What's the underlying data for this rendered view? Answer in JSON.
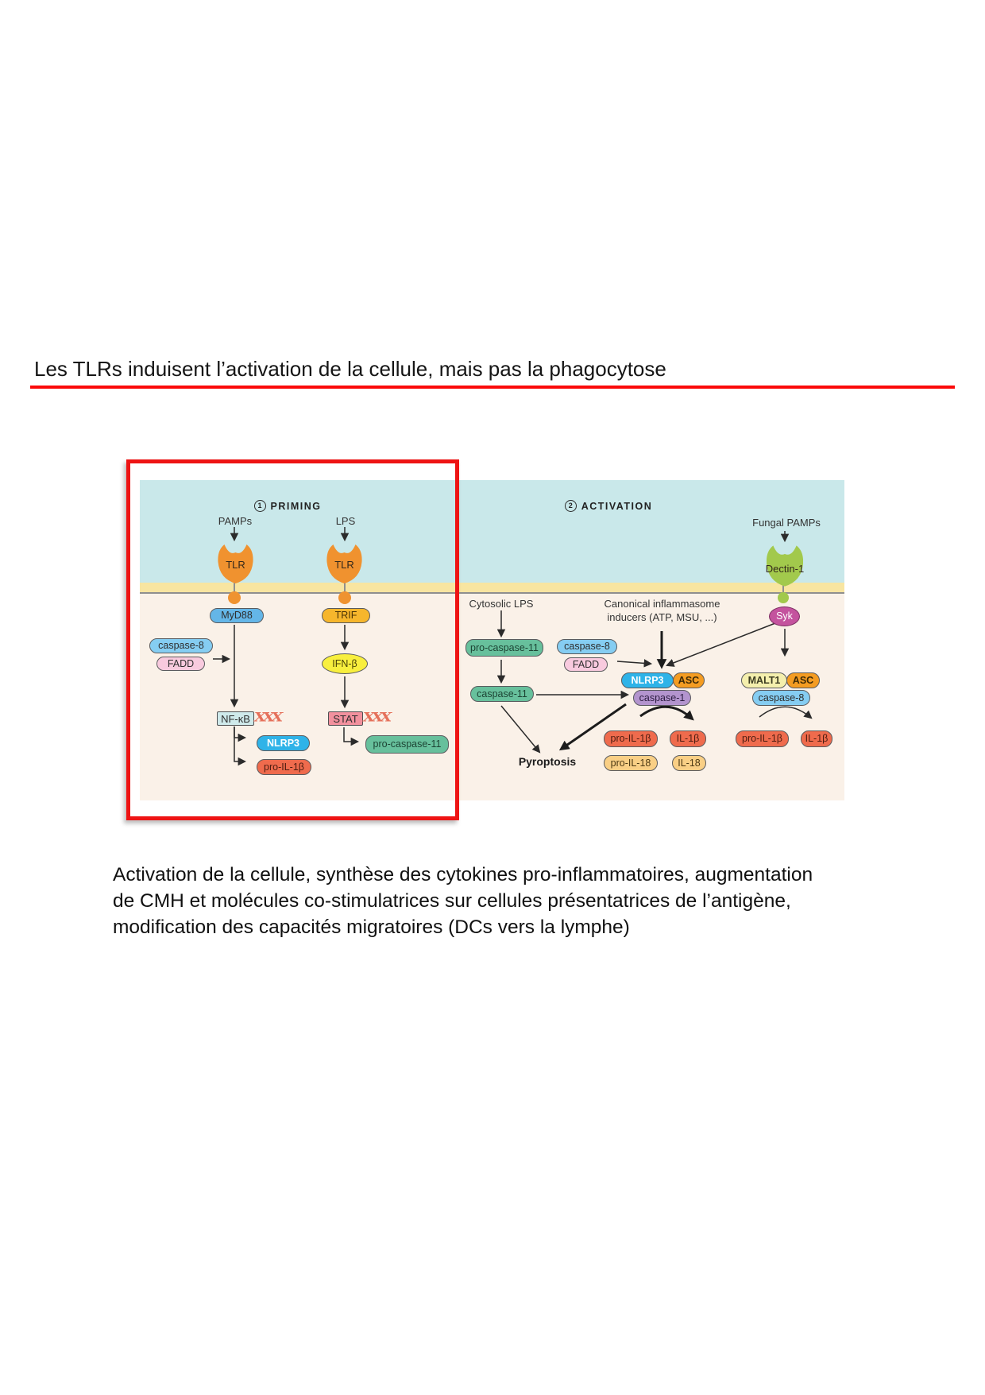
{
  "page": {
    "title": "Les TLRs induisent l’activation de la cellule, mais pas la phagocytose"
  },
  "caption": {
    "lines": [
      "Activation de la cellule, synthèse des cytokines pro-inflammatoires, augmentation",
      "de CMH et molécules co-stimulatrices sur cellules présentatrices de l’antigène,",
      "modification des capacités migratoires (DCs vers la lymphe)"
    ]
  },
  "palette": {
    "title_underline": "#fb0a0a",
    "highlight_box": "#ee1414",
    "extracellular_bg": "#c9e8ea",
    "membrane_bg": "#f8e5a1",
    "cytosol_bg": "#faf1e8",
    "tlr_orange": "#f0922f",
    "dectin_green": "#a2c94c",
    "syk_magenta": "#c4539e",
    "dna_red": "#e5705a"
  },
  "figure": {
    "priming": {
      "number": "1",
      "header": "PRIMING",
      "pamps": "PAMPs",
      "lps": "LPS",
      "tlr_left": "TLR",
      "tlr_right": "TLR",
      "myd88": "MyD88",
      "trif": "TRIF",
      "caspase8": "caspase-8",
      "fadd": "FADD",
      "ifn_beta": "IFN-β",
      "nfkb": "NF-κB",
      "stat": "STAT",
      "nlrp3": "NLRP3",
      "pro_il1b": "pro-IL-1β",
      "pro_caspase11": "pro-caspase-11",
      "dna_glyph": "XXX"
    },
    "activation": {
      "number": "2",
      "header": "ACTIVATION",
      "cytosolic_lps": "Cytosolic LPS",
      "canonical_line1": "Canonical inflammasome",
      "canonical_line2": "inducers (ATP, MSU, ...)",
      "fungal_pamps": "Fungal PAMPs",
      "dectin1": "Dectin-1",
      "syk": "Syk",
      "pro_caspase11": "pro-caspase-11",
      "caspase8": "caspase-8",
      "fadd": "FADD",
      "caspase11": "caspase-11",
      "nlrp3": "NLRP3",
      "asc_left": "ASC",
      "malt1": "MALT1",
      "asc_right": "ASC",
      "caspase1": "caspase-1",
      "caspase8_dectin": "caspase-8",
      "pro_il1b_left": "pro-IL-1β",
      "il1b_left": "IL-1β",
      "pro_il18": "pro-IL-18",
      "il18": "IL-18",
      "pro_il1b_right": "pro-IL-1β",
      "il1b_right": "IL-1β",
      "pyroptosis": "Pyroptosis"
    }
  }
}
